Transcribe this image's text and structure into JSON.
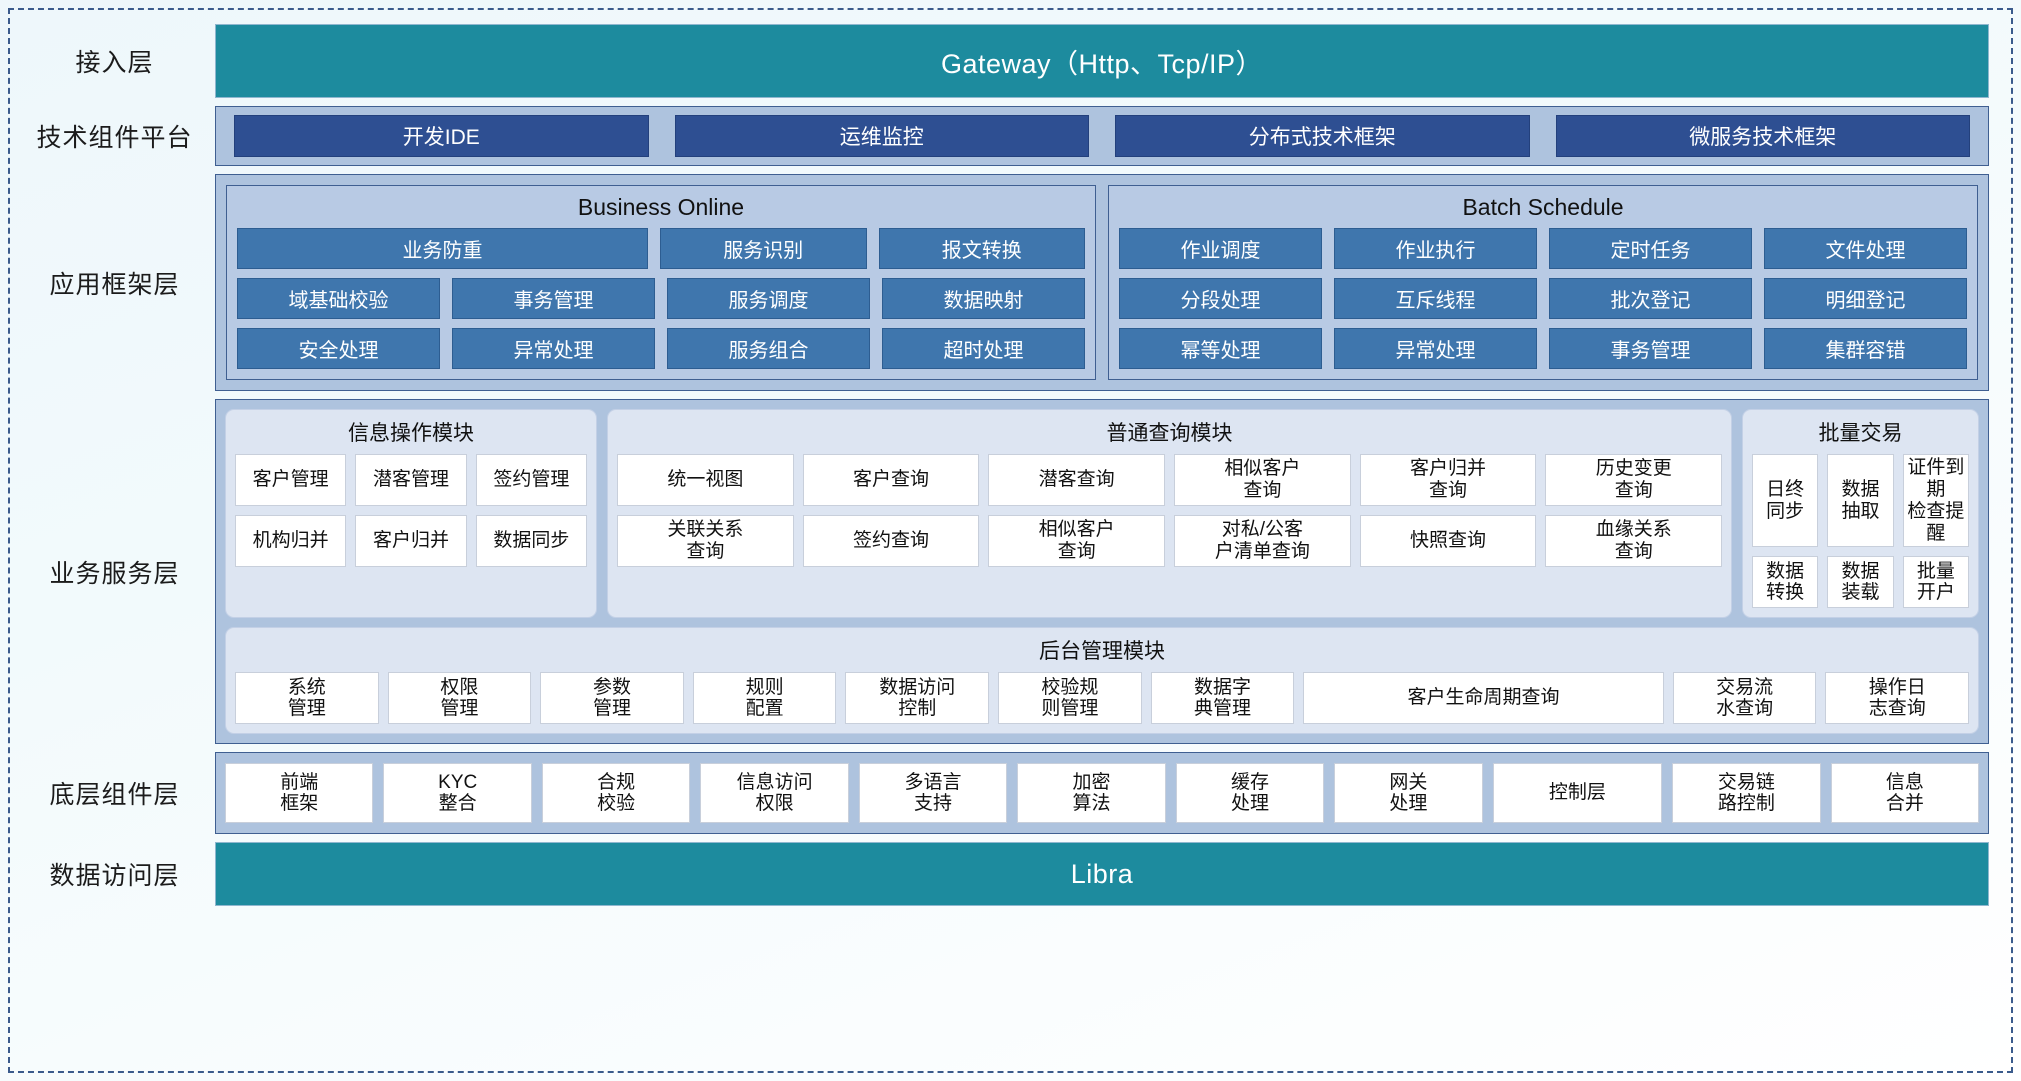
{
  "diagram": {
    "title": "Application Architecture Layers",
    "colors": {
      "teal": "#1d8b9e",
      "panel_blue": "#aec3de",
      "chip_blue": "#2e4f92",
      "cell_blue": "#3f76ad",
      "module_bg": "#dde5f2",
      "white_cell": "#ffffff",
      "frame_dash": "#3b5b8c"
    },
    "layers": [
      {
        "id": "access",
        "label": "接入层"
      },
      {
        "id": "tech",
        "label": "技术组件平台"
      },
      {
        "id": "appfw",
        "label": "应用框架层"
      },
      {
        "id": "biz",
        "label": "业务服务层"
      },
      {
        "id": "base",
        "label": "底层组件层"
      },
      {
        "id": "data",
        "label": "数据访问层"
      }
    ],
    "access": {
      "gateway_label": "Gateway（Http、Tcp/IP）"
    },
    "tech": {
      "chips": [
        "开发IDE",
        "运维监控",
        "分布式技术框架",
        "微服务技术框架"
      ]
    },
    "appfw": {
      "groups": [
        {
          "title": "Business Online",
          "rows": [
            [
              {
                "label": "业务防重",
                "span": 2
              },
              {
                "label": "服务识别",
                "span": 1
              },
              {
                "label": "报文转换",
                "span": 1
              }
            ],
            [
              {
                "label": "域基础校验",
                "span": 1
              },
              {
                "label": "事务管理",
                "span": 1
              },
              {
                "label": "服务调度",
                "span": 1
              },
              {
                "label": "数据映射",
                "span": 1
              }
            ],
            [
              {
                "label": "安全处理",
                "span": 1
              },
              {
                "label": "异常处理",
                "span": 1
              },
              {
                "label": "服务组合",
                "span": 1
              },
              {
                "label": "超时处理",
                "span": 1
              }
            ]
          ]
        },
        {
          "title": "Batch Schedule",
          "rows": [
            [
              {
                "label": "作业调度",
                "span": 1
              },
              {
                "label": "作业执行",
                "span": 1
              },
              {
                "label": "定时任务",
                "span": 1
              },
              {
                "label": "文件处理",
                "span": 1
              }
            ],
            [
              {
                "label": "分段处理",
                "span": 1
              },
              {
                "label": "互斥线程",
                "span": 1
              },
              {
                "label": "批次登记",
                "span": 1
              },
              {
                "label": "明细登记",
                "span": 1
              }
            ],
            [
              {
                "label": "幂等处理",
                "span": 1
              },
              {
                "label": "异常处理",
                "span": 1
              },
              {
                "label": "事务管理",
                "span": 1
              },
              {
                "label": "集群容错",
                "span": 1
              }
            ]
          ]
        }
      ]
    },
    "biz": {
      "modules": [
        {
          "title": "信息操作模块",
          "rows": [
            [
              "客户管理",
              "潜客管理",
              "签约管理"
            ],
            [
              "机构归并",
              "客户归并",
              "数据同步"
            ]
          ]
        },
        {
          "title": "普通查询模块",
          "rows": [
            [
              "统一视图",
              "客户查询",
              "潜客查询",
              "相似客户\n查询",
              "客户归并\n查询",
              "历史变更\n查询"
            ],
            [
              "关联关系\n查询",
              "签约查询",
              "相似客户\n查询",
              "对私/公客\n户清单查询",
              "快照查询",
              "血缘关系\n查询"
            ]
          ]
        },
        {
          "title": "批量交易",
          "rows": [
            [
              "日终\n同步",
              "数据\n抽取",
              "证件到期\n检查提醒"
            ],
            [
              "数据\n转换",
              "数据\n装载",
              "批量\n开户"
            ]
          ]
        }
      ],
      "admin_module": {
        "title": "后台管理模块",
        "cells": [
          "系统\n管理",
          "权限\n管理",
          "参数\n管理",
          "规则\n配置",
          "数据访问\n控制",
          "校验规\n则管理",
          "数据字\n典管理",
          "客户生命周期查询",
          "交易流\n水查询",
          "操作日\n志查询"
        ]
      }
    },
    "base": {
      "cells": [
        "前端\n框架",
        "KYC\n整合",
        "合规\n校验",
        "信息访问\n权限",
        "多语言\n支持",
        "加密\n算法",
        "缓存\n处理",
        "网关\n处理",
        "控制层",
        "交易链\n路控制",
        "信息\n合并"
      ]
    },
    "data": {
      "label": "Libra"
    }
  }
}
